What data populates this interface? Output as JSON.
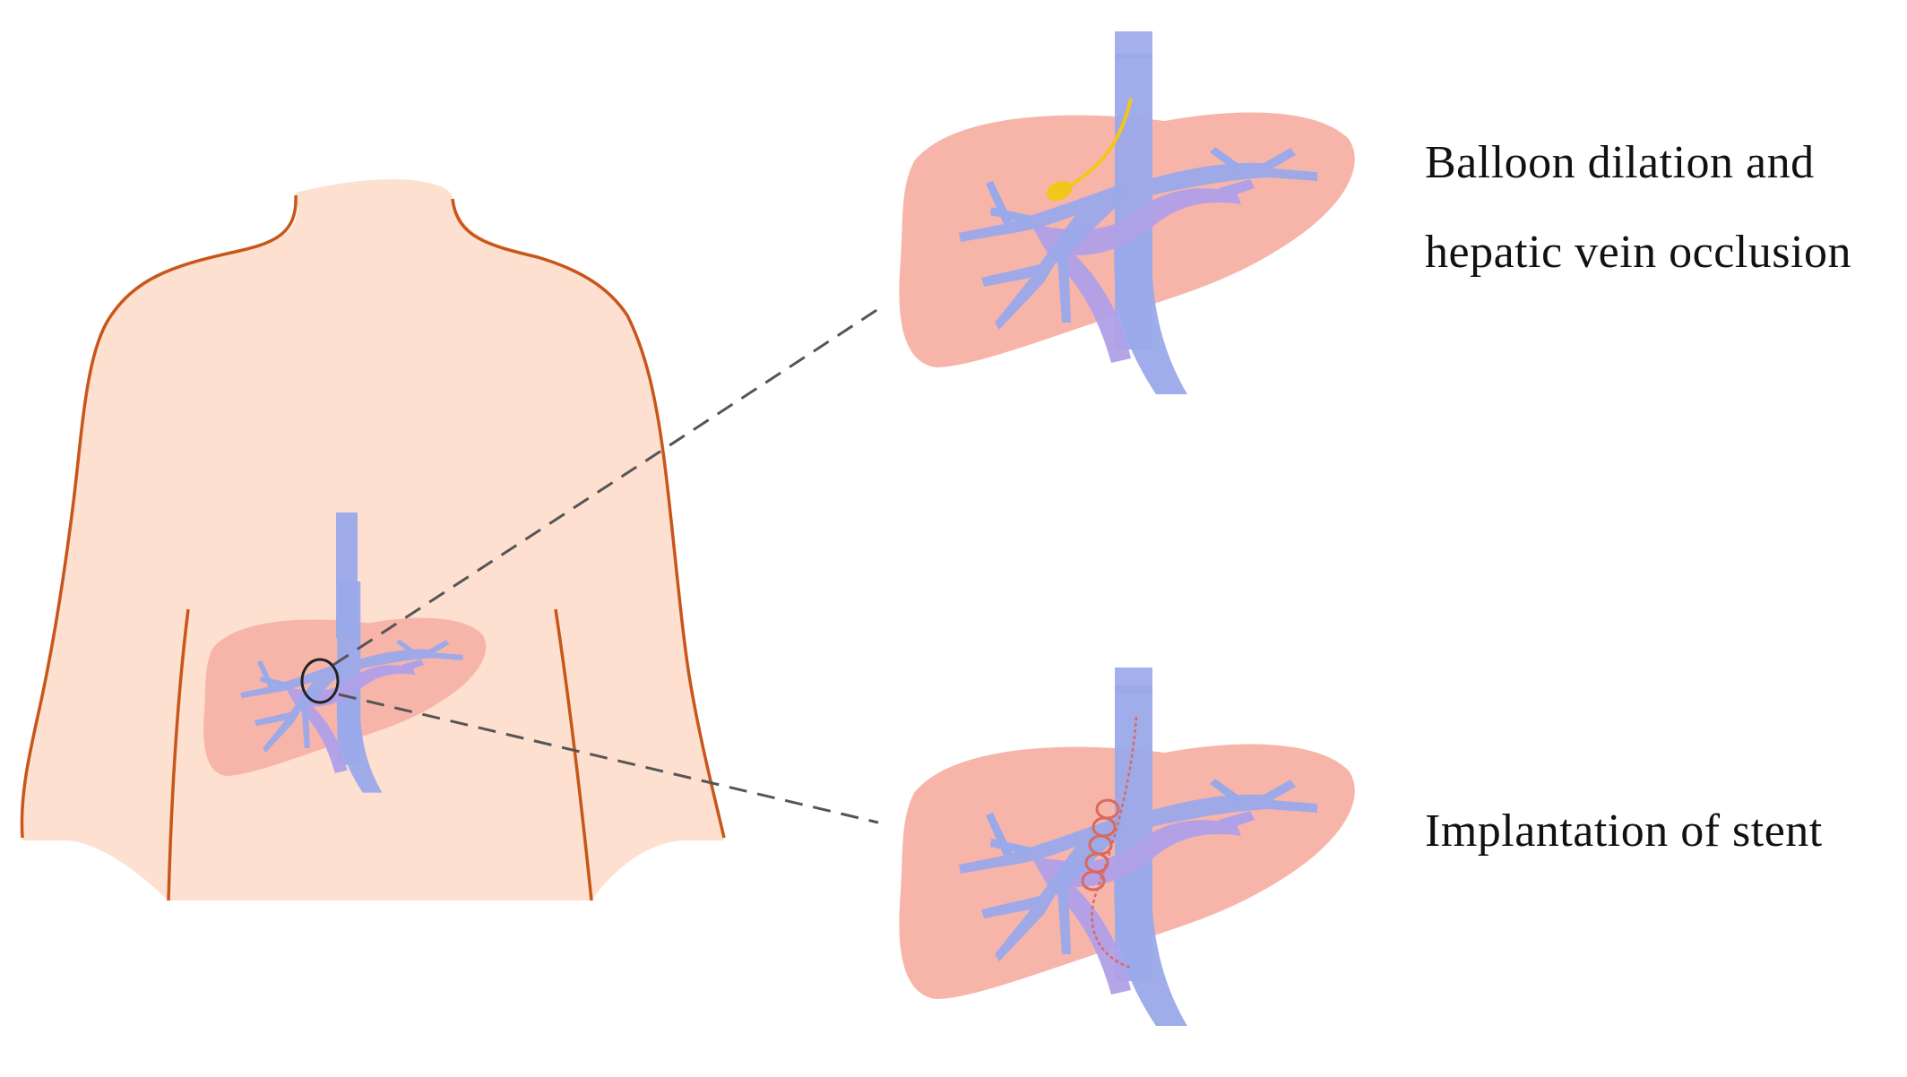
{
  "labels": {
    "balloon_line1": "Balloon dilation and",
    "balloon_line2": "hepatic vein occlusion",
    "stent": "Implantation of stent"
  },
  "colors": {
    "body_fill": "#fde0cf",
    "body_outline": "#c8561a",
    "liver_fill": "#f7b5aa",
    "vein_blue": "#9aa9ea",
    "vein_purple": "#b0a0e8",
    "balloon": "#f3c61a",
    "stent": "#d86a60",
    "leader_line": "#555555"
  }
}
